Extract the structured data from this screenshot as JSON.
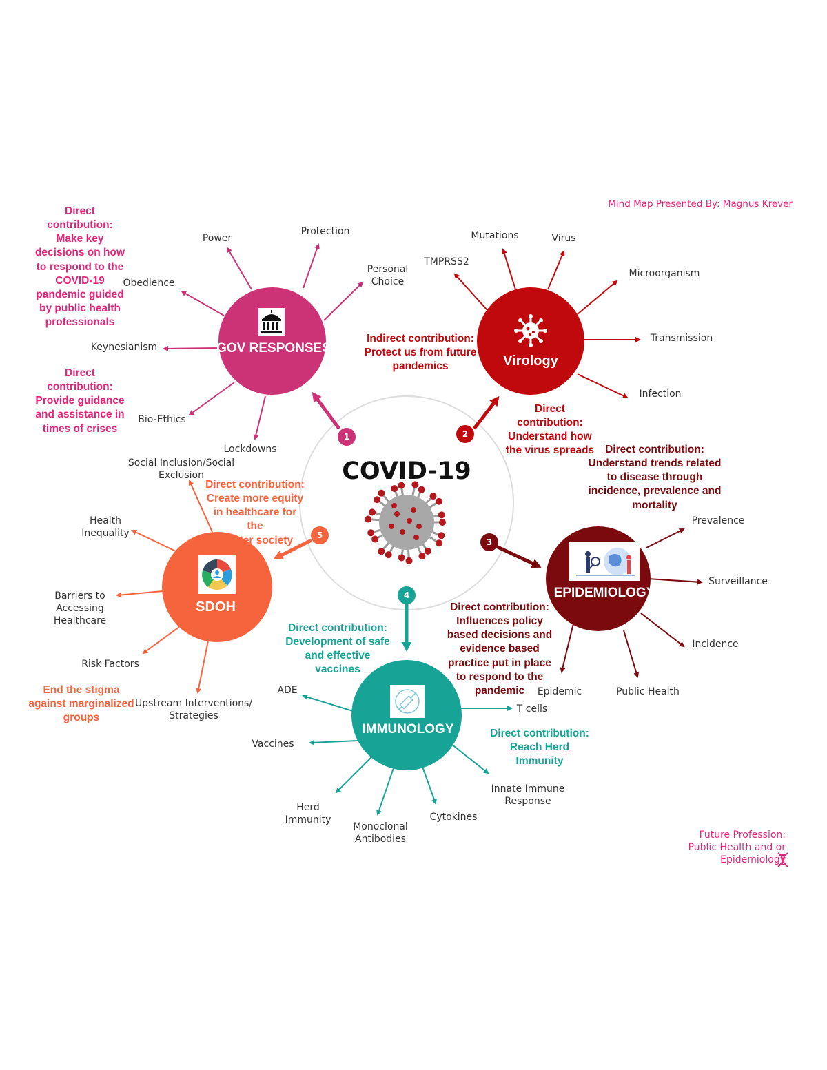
{
  "presenter": "Mind Map Presented By: Magnus Krever",
  "footer": "Future Profession:\nPublic Health and or\nEpidemiology",
  "colors": {
    "gov": "#cc3377",
    "virology": "#c0090d",
    "epidemiology": "#7a0a0e",
    "immunology": "#17a396",
    "sdoh": "#f6643e",
    "ring": "#dddddd",
    "pink_text": "#e0277a"
  },
  "center": {
    "title": "COVID-19"
  },
  "gov": {
    "title": "GOV RESPONSES",
    "badge": "1",
    "leaves": [
      "Power",
      "Protection",
      "Personal\nChoice",
      "Obedience",
      "Keynesianism",
      "Bio-Ethics",
      "Lockdowns"
    ],
    "contrib1": "Direct\ncontribution:\nMake key\ndecisions on how\nto respond to the\nCOVID-19\npandemic guided\nby public health\nprofessionals",
    "contrib2": "Direct\ncontribution:\nProvide guidance\nand assistance in\ntimes of crises"
  },
  "virology": {
    "title": "Virology",
    "badge": "2",
    "leaves": [
      "TMPRSS2",
      "Mutations",
      "Virus",
      "Microorganism",
      "Transmission",
      "Infection"
    ],
    "contrib1": "Indirect contribution:\nProtect us from future\npandemics",
    "contrib2": "Direct\ncontribution:\nUnderstand how\nthe virus spreads"
  },
  "epidemiology": {
    "title": "EPIDEMIOLOGY",
    "badge": "3",
    "leaves": [
      "Prevalence",
      "Surveillance",
      "Incidence",
      "Public Health",
      "Epidemic"
    ],
    "contrib1": "Direct contribution:\nUnderstand trends related\nto disease through\nincidence, prevalence and\nmortality",
    "contrib2": "Direct contribution:\nInfluences policy\nbased decisions and\nevidence based\npractice put in place\nto respond to the\npandemic"
  },
  "immunology": {
    "title": "IMMUNOLOGY",
    "badge": "4",
    "leaves": [
      "ADE",
      "T cells",
      "Vaccines",
      "Innate Immune\nResponse",
      "Herd\nImmunity",
      "Monoclonal\nAntibodies",
      "Cytokines"
    ],
    "contrib1": "Direct contribution:\nDevelopment of safe\nand effective\nvaccines",
    "contrib2": "Direct contribution:\nReach Herd\nImmunity"
  },
  "sdoh": {
    "title": "SDOH",
    "badge": "5",
    "leaves": [
      "Social Inclusion/Social\nExclusion",
      "Health\nInequality",
      "Barriers to\nAccessing\nHealthcare",
      "Risk Factors",
      "Upstream Interventions/\nStrategies"
    ],
    "contrib1": "Direct contribution:\nCreate more equity\nin healthcare for the\ngreater society",
    "contrib2": "End the stigma\nagainst marginalized\ngroups"
  }
}
